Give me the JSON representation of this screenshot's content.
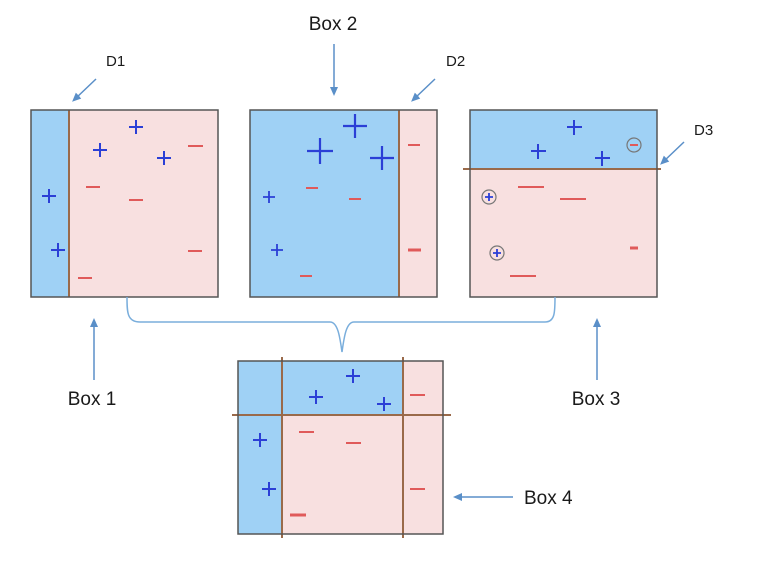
{
  "labels": {
    "box1": "Box 1",
    "box2": "Box 2",
    "box3": "Box 3",
    "box4": "Box 4",
    "d1": "D1",
    "d2": "D2",
    "d3": "D3"
  },
  "colors": {
    "positive_region": "#9fd1f5",
    "negative_region": "#f8e0e0",
    "positive_sign": "#2b3fd6",
    "negative_sign": "#e05a5a",
    "boundary": "#9a6a4a",
    "box_border": "#555555",
    "arrow": "#5a8fc8",
    "brace": "#7aaedc"
  }
}
